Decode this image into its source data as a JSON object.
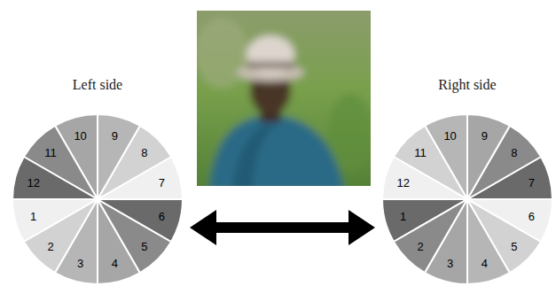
{
  "diagram": {
    "nodes": [
      {
        "text": [
          "Left side",
          "1",
          "2",
          "3",
          "4",
          "5",
          "6",
          "7",
          "8",
          "9",
          "10",
          "11",
          "12"
        ]
      },
      {
        "text": [
          "Right side",
          "1",
          "2",
          "3",
          "4",
          "5",
          "6",
          "7",
          "8",
          "9",
          "10",
          "11",
          "12"
        ]
      }
    ],
    "edges": [
      {
        "from": 0,
        "to": 1,
        "arrow": "both"
      }
    ]
  }
}
